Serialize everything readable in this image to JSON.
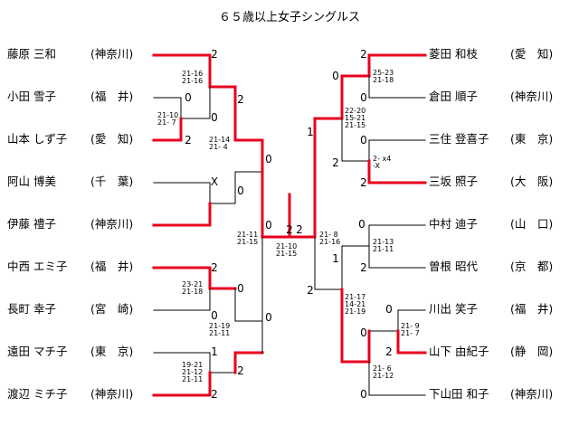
{
  "title": "６５歳以上女子シングルス",
  "bracket": {
    "left_players": [
      {
        "name": "藤原 三和",
        "pref": "(神奈川)"
      },
      {
        "name": "小田 雪子",
        "pref": "(福　井)"
      },
      {
        "name": "山本 しず子",
        "pref": "(愛　知)"
      },
      {
        "name": "阿山 博美",
        "pref": "(千　葉)"
      },
      {
        "name": "伊藤 禮子",
        "pref": "(神奈川)"
      },
      {
        "name": "中西 エミ子",
        "pref": "(福　井)"
      },
      {
        "name": "長町 幸子",
        "pref": "(宮　崎)"
      },
      {
        "name": "遠田 マチ子",
        "pref": "(東　京)"
      },
      {
        "name": "渡辺 ミチ子",
        "pref": "(神奈川)"
      }
    ],
    "right_players": [
      {
        "name": "菱田 和枝",
        "pref": "(愛　知)"
      },
      {
        "name": "倉田 順子",
        "pref": "(神奈川)"
      },
      {
        "name": "三住 登喜子",
        "pref": "(東　京)"
      },
      {
        "name": "三坂 照子",
        "pref": "(大　阪)"
      },
      {
        "name": "中村 迪子",
        "pref": "(山　口)"
      },
      {
        "name": "曽根 昭代",
        "pref": "(京　都)"
      },
      {
        "name": "川出 笑子",
        "pref": "(福　井)"
      },
      {
        "name": "山下 由紀子",
        "pref": "(静　岡)"
      },
      {
        "name": "下山田 和子",
        "pref": "(神奈川)"
      }
    ],
    "scores": [
      "2",
      "0",
      "0",
      "2",
      "X",
      "0",
      "2",
      "0",
      "1",
      "2",
      "2",
      "0",
      "0",
      "0",
      "2",
      "0",
      "2",
      "2",
      "0",
      "0",
      "1",
      "2",
      "2",
      "0",
      "0",
      "2",
      "1",
      "2",
      "0",
      "2",
      "0",
      "0",
      "2",
      "0",
      "2"
    ],
    "set_scores": [
      "21-16\n21-16",
      "21-10\n21- 7",
      "21-14\n21- 4",
      "23-21\n21-18",
      "21-19\n21-11",
      "19-21\n21-12\n21-11",
      "21-11\n21-15",
      "21-10\n21-15",
      "25-23\n21-18",
      "22-20\n15-21\n21-15",
      "2- x4\n-X",
      "21- 8\n21-16",
      "21-13\n21-11",
      "21-17\n14-21\n21-19",
      "21- 9\n21- 7",
      "21- 6\n21-12"
    ],
    "colors": {
      "winner_line": "#e8001c",
      "loser_line": "#000000"
    }
  }
}
